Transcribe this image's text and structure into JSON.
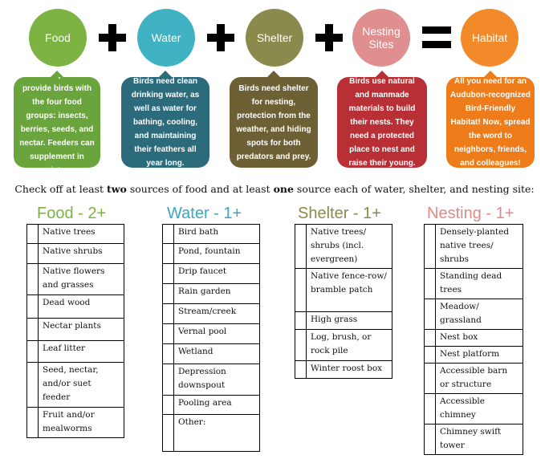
{
  "circles": [
    {
      "label": "Food",
      "color": "#7cb342"
    },
    {
      "label": "Water",
      "color": "#3fb3c4"
    },
    {
      "label": "Shelter",
      "color": "#8a8a4c"
    },
    {
      "label": "Nesting Sites",
      "color": "#df8f8f"
    },
    {
      "label": "Habitat",
      "color": "#f28a2a"
    }
  ],
  "boxes": [
    {
      "text": "Native plants provide birds with the four food groups: insects, berries, seeds, and nectar. Feeders can supplement in winter.",
      "color": "#6aa43c"
    },
    {
      "text": "Birds need clean drinking water, as well as water for bathing, cooling, and maintaining their feathers all year long.",
      "color": "#2b6b7c"
    },
    {
      "text": "Birds need shelter for nesting, protection from the weather, and hiding spots for both predators and prey.",
      "color": "#6e6035"
    },
    {
      "text": "Birds use natural and manmade materials to build their nests. They need a protected place to nest and raise their young.",
      "color": "#b82f35"
    },
    {
      "text": "All you need for an Audubon-recognized Bird-Friendly Habitat! Now, spread the word to neighbors, friends, and colleagues!",
      "color": "#ef7c1a"
    }
  ],
  "instructions": {
    "part1": "Check off at least ",
    "bold1": "two",
    "part2": " sources of food and at least ",
    "bold2": "one",
    "part3": " source each of water, shelter, and nesting site:"
  },
  "lists": [
    {
      "title": "Food - 2+",
      "color": "#7cb342",
      "items": [
        "Native trees",
        "Native shrubs",
        "Native flowers and grasses",
        "Dead wood",
        "Nectar plants",
        "Leaf litter",
        "Seed, nectar, and/or suet feeder",
        "Fruit and/or mealworms"
      ]
    },
    {
      "title": "Water - 1+",
      "color": "#3fa6c0",
      "items": [
        "Bird bath",
        "Pond, fountain",
        "Drip faucet",
        "Rain garden",
        "Stream/creek",
        "Vernal pool",
        "Wetland",
        "Depression downspout",
        "Pooling area",
        "Other:"
      ]
    },
    {
      "title": "Shelter - 1+",
      "color": "#8a8a4c",
      "items": [
        "Native trees/ shrubs (incl. evergreen)",
        "Native fence-row/ bramble patch",
        "High grass",
        "Log, brush, or rock pile",
        "Winter roost box"
      ]
    },
    {
      "title": "Nesting - 1+",
      "color": "#e08a8a",
      "items": [
        "Densely-planted native trees/ shrubs",
        "Standing dead trees",
        "Meadow/ grassland",
        "Nest box",
        "Nest platform",
        "Accessible barn or structure",
        "Accessible chimney",
        "Chimney swift tower"
      ]
    }
  ]
}
